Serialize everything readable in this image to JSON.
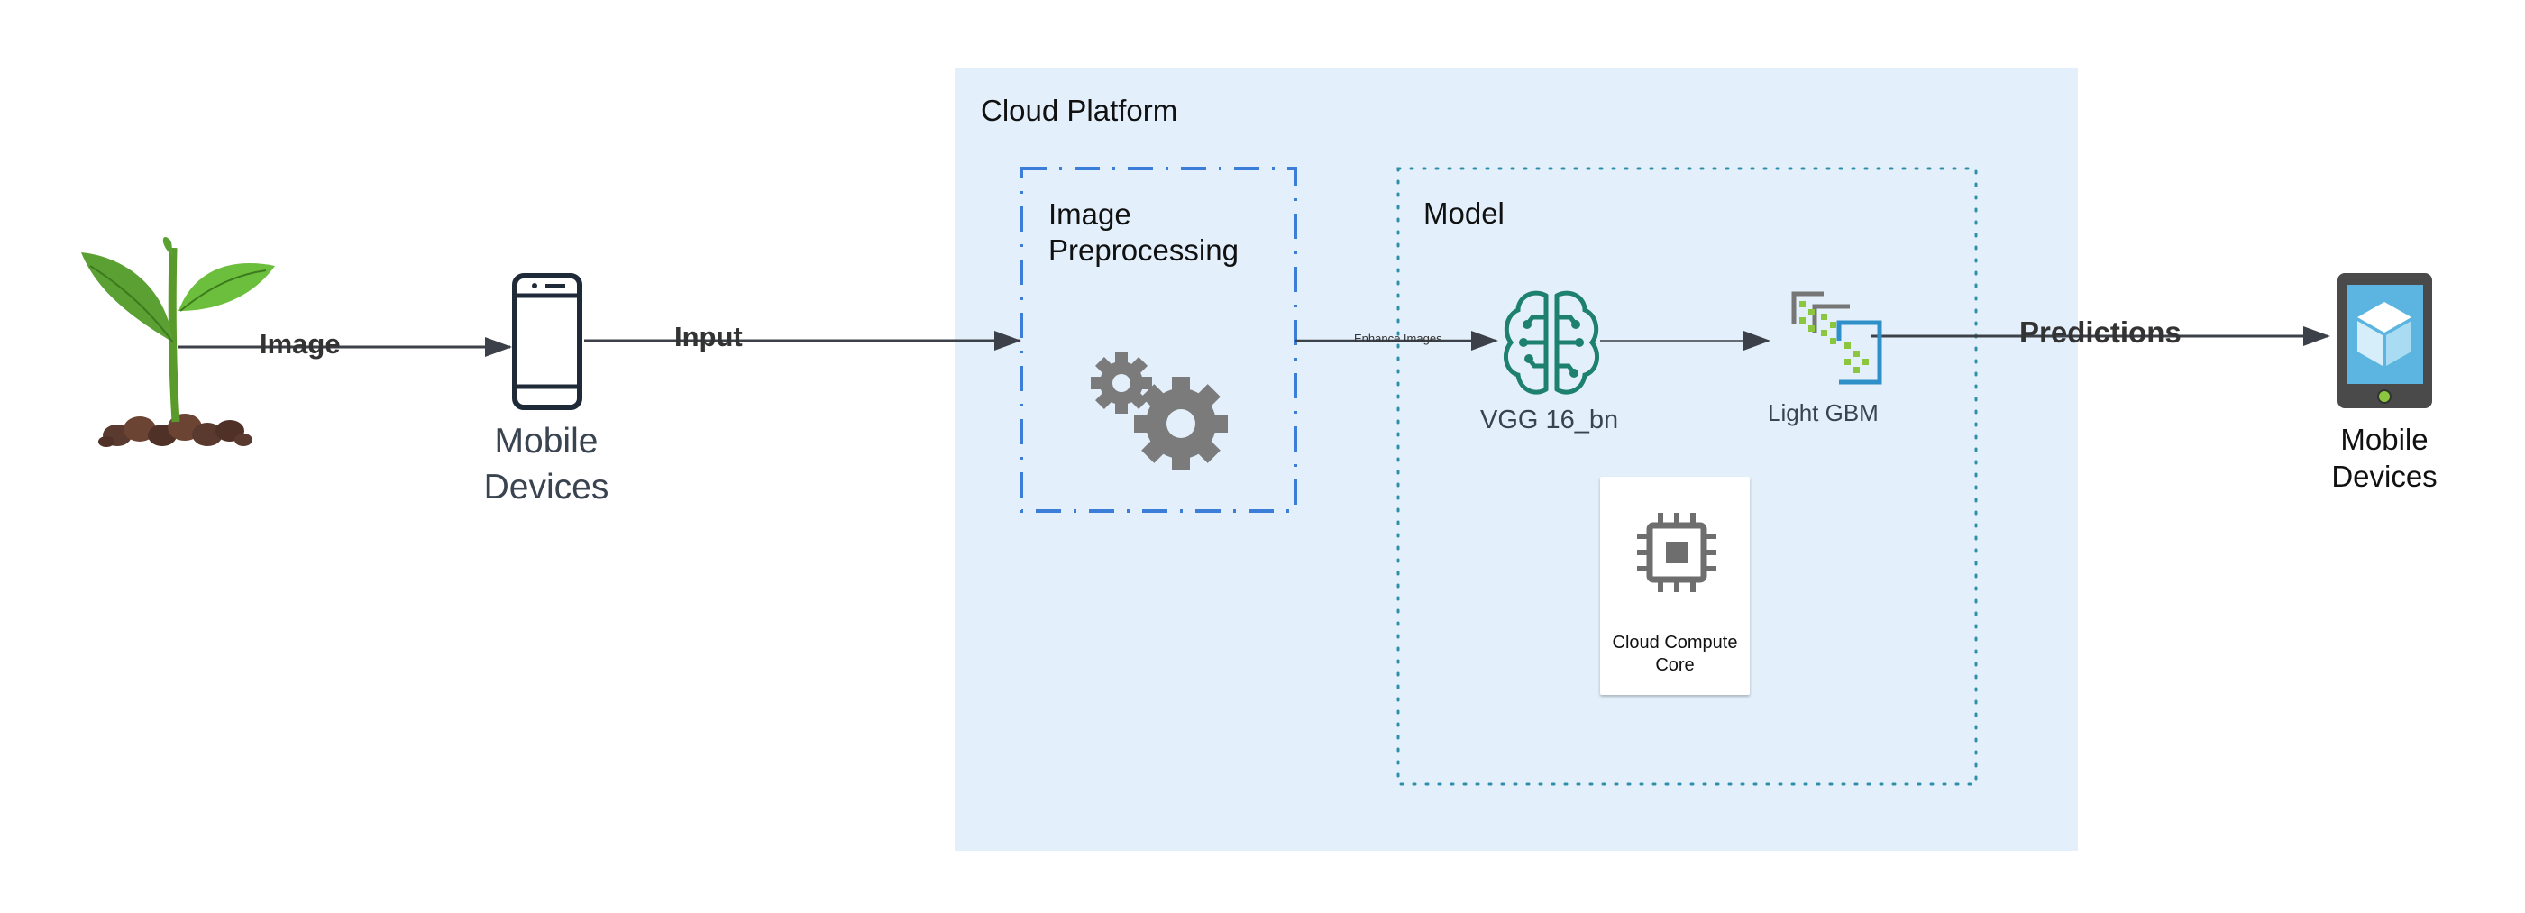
{
  "cloud": {
    "title": "Cloud Platform"
  },
  "preprocessing": {
    "title": "Image Preprocessing"
  },
  "model": {
    "title": "Model"
  },
  "source": {
    "device_label": "Mobile Devices"
  },
  "target": {
    "device_label": "Mobile Devices"
  },
  "edges": {
    "image": "Image",
    "input": "Input",
    "enhance": "Enhance Images",
    "predictions": "Predictions"
  },
  "nodes": {
    "vgg": "VGG 16_bn",
    "lgbm": "Light GBM",
    "compute": "Cloud Compute Core"
  },
  "icons": [
    "plant-icon",
    "mobile-phone-icon",
    "gears-icon",
    "brain-circuit-icon",
    "light-gbm-icon",
    "cpu-chip-icon",
    "tablet-icon"
  ],
  "colors": {
    "cloud_fill": "#e3f0fb",
    "prep_border": "#3b7dd8",
    "model_border": "#2d8fa8",
    "arrow": "#3c4048",
    "vgg_icon": "#1d8070",
    "tablet_screen": "#5bb5e0"
  }
}
